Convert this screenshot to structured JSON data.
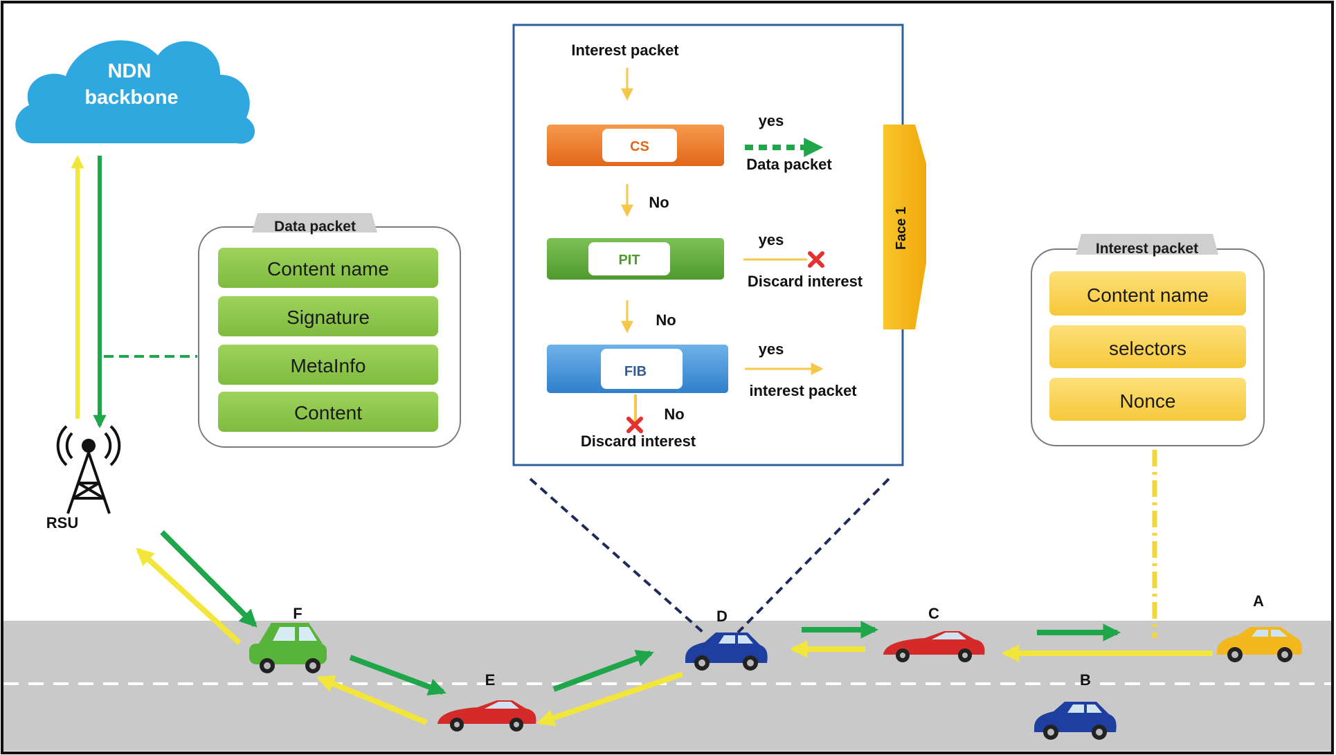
{
  "cloud": {
    "line1": "NDN",
    "line2": "backbone"
  },
  "rsu_label": "RSU",
  "data_packet": {
    "title": "Data packet",
    "fields": [
      "Content name",
      "Signature",
      "MetaInfo",
      "Content"
    ]
  },
  "interest_packet": {
    "title": "Interest packet",
    "fields": [
      "Content name",
      "selectors",
      "Nonce"
    ]
  },
  "flow": {
    "start": "Interest packet",
    "cs": "CS",
    "pit": "PIT",
    "fib": "FIB",
    "cs_yes": "yes",
    "cs_yes_result": "Data packet",
    "pit_yes": "yes",
    "pit_yes_result": "Discard interest",
    "fib_yes": "yes",
    "fib_yes_result": "interest packet",
    "no1": "No",
    "no2": "No",
    "no3": "No",
    "fib_no_result": "Discard interest",
    "face": "Face 1"
  },
  "vehicles": {
    "a": "A",
    "b": "B",
    "c": "C",
    "d": "D",
    "e": "E",
    "f": "F"
  },
  "colors": {
    "data_flow": "#1fa64a",
    "interest_flow": "#f2e63a",
    "cloud": "#2fa8e0",
    "data_field": "#8cc84b",
    "interest_field": "#fbd24e",
    "road": "#c8c8c8",
    "cs": "#ef7a22",
    "pit": "#62ad3a",
    "fib": "#3b8fd4",
    "face": "#f6bc16"
  }
}
